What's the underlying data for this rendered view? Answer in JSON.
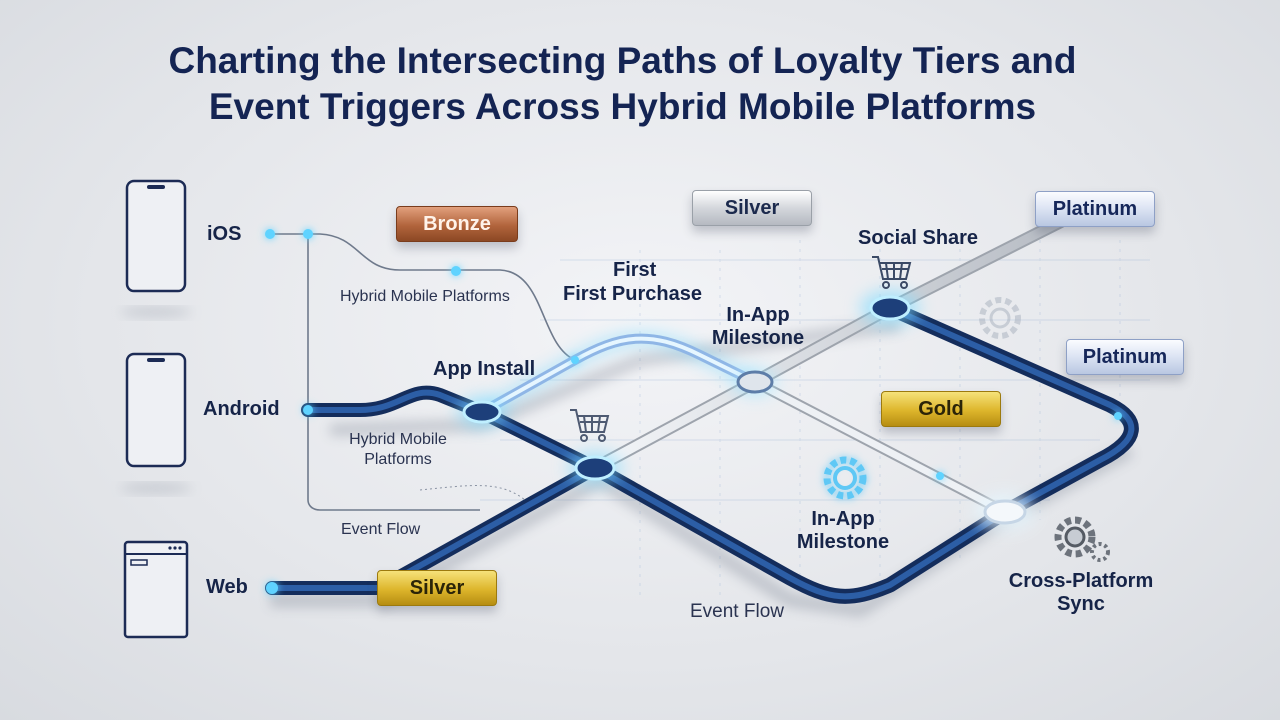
{
  "title": {
    "line1": "Charting the Intersecting Paths of Loyalty Tiers and",
    "line2": "Event Triggers Across Hybrid Mobile Platforms"
  },
  "platforms": {
    "ios": "iOS",
    "android": "Android",
    "web": "Web"
  },
  "tiers": {
    "bronze": "Bronze",
    "silver_top": "Silver",
    "silver_bottom": "Silver",
    "gold": "Gold",
    "platinum_top": "Platinum",
    "platinum_mid": "Platinum"
  },
  "events": {
    "app_install": "App Install",
    "first": "First",
    "first_purchase": "First Purchase",
    "in_app_milestone_top_1": "In-App",
    "in_app_milestone_top_2": "Milestone",
    "social_share": "Social Share",
    "in_app_milestone_bottom_1": "In-App",
    "in_app_milestone_bottom_2": "Milestone",
    "cross_platform_sync_1": "Cross-Platform",
    "cross_platform_sync_2": "Sync"
  },
  "annotations": {
    "hybrid_1": "Hybrid Mobile Platforms",
    "hybrid_2_line1": "Hybrid Mobile",
    "hybrid_2_line2": "Platforms",
    "event_flow_1": "Event Flow",
    "event_flow_2": "Event Flow"
  },
  "icons": [
    "phone-icon",
    "browser-icon",
    "shopping-cart-icon",
    "gear-icon"
  ],
  "colors": {
    "title": "#142453",
    "track_navy": "#1b3f7a",
    "track_glow": "#7fdcff",
    "bronze": "#b1643c",
    "silver": "#c7cbd2",
    "gold": "#ddb52b",
    "platinum": "#dbe3f3"
  }
}
